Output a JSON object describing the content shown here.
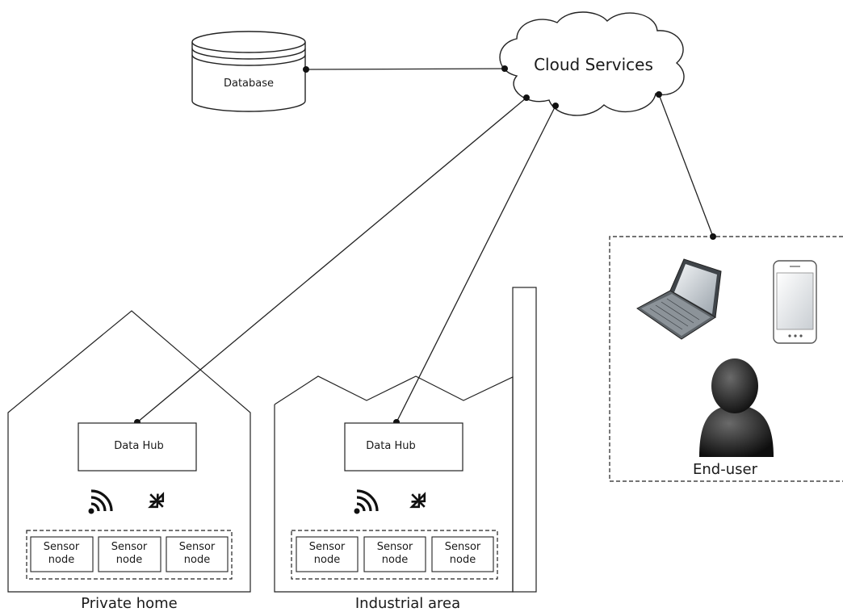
{
  "database": {
    "label": "Database"
  },
  "cloud": {
    "label": "Cloud Services"
  },
  "sites": [
    {
      "label": "Private home",
      "hub_label": "Data Hub",
      "sensors": [
        {
          "line1": "Sensor",
          "line2": "node"
        },
        {
          "line1": "Sensor",
          "line2": "node"
        },
        {
          "line1": "Sensor",
          "line2": "node"
        }
      ]
    },
    {
      "label": "Industrial area",
      "hub_label": "Data Hub",
      "sensors": [
        {
          "line1": "Sensor",
          "line2": "node"
        },
        {
          "line1": "Sensor",
          "line2": "node"
        },
        {
          "line1": "Sensor",
          "line2": "node"
        }
      ]
    }
  ],
  "end_user": {
    "label": "End-user"
  },
  "icons": [
    "database-icon",
    "cloud-icon",
    "wifi-icon",
    "bluetooth-off-icon",
    "laptop-icon",
    "smartphone-icon",
    "user-icon"
  ]
}
